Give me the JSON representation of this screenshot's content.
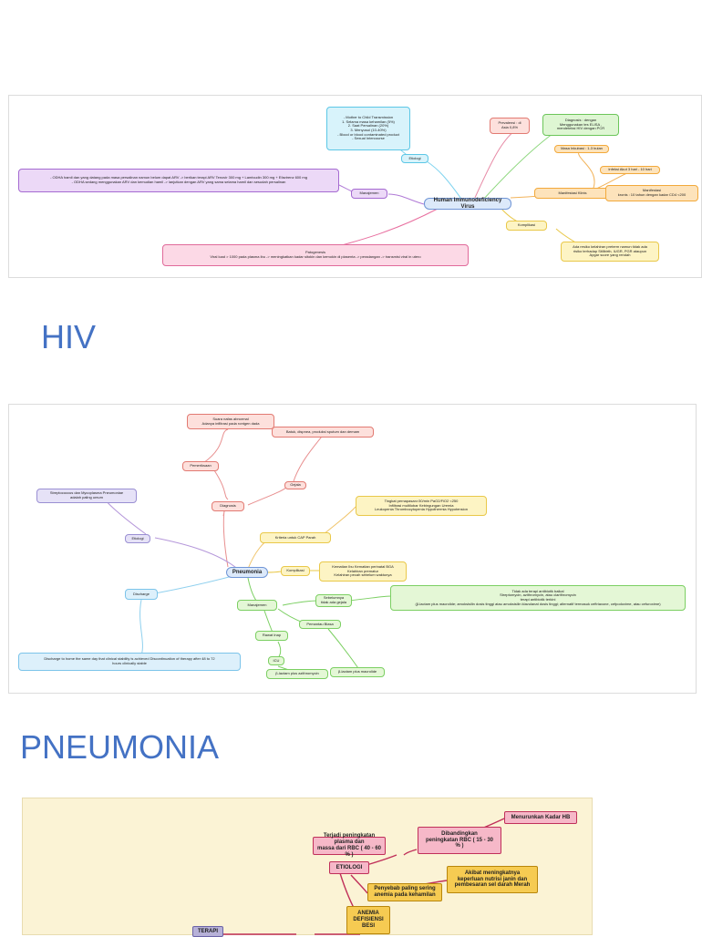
{
  "sections": {
    "hiv": {
      "heading": "HIV"
    },
    "pneumonia": {
      "heading": "PNEUMONIA"
    }
  },
  "hiv_map": {
    "center": "Human Immunodeficiency Virus",
    "etiologi": "Etiologi",
    "etiologi_detail": "- Mother to Child Transmission\n1. Selama masa kehamilan (5%)\n2. Saat Persalinan (20%)\n3. Menyusui (10-40%)\n- Blood or blood contaminated product\n- Sexual Intercourse",
    "prevalensi": "Prevalensi : di\nAsia 0,8%",
    "diagnosis": "Diagnosis : dengan\nMenggunakan tes ELISA ,\nmendeteksi HIV dengan PCR",
    "masa_inkubasi": "Masa Inkubasi : 1-3 bulan",
    "infeksi_akut": "Infeksi Akut 3 hari - 10 hari",
    "manifestasi_klinis": "Manifestasi Klinis",
    "manifestasi_kronis": "Manifestasi\nkronis : 10 tahun dengan kadar CD4 <200",
    "manajemen": "Manajemen",
    "manajemen_detail": "- ODHA hamil dan yang datang pada masa persalinan namun belum dapat ARV -> berikan terapi ARV Tenovir 300 mg + Lamivudin 300 mg + Efavirenz 600 mg\n- ODHA sedang menggunakan ARV dan kemudian hamil -> lanjutkan dengan ARV yang sama selama hamil dan sesudah persalinan",
    "komplikasi": "Komplikasi",
    "komplikasi_detail": "Ada resiko kelahiran preterm namun tidak ada\nrisiko terhadap Stillbirth, IUGR, PGR ataupun\nApgar score yang rendah",
    "patogenesis": "Patogenesis\nViral load > 1000 pada plasma ibu -> meningkatkan kadar sitokin dan kemokin di plasenta -> peradangan -> transmisi viral in utero"
  },
  "pneumonia_map": {
    "center": "Pneumonia",
    "suara": "Suara nafas abnormal\nAdanya infiltrasi pada rontgen dada",
    "pemeriksaan": "Pemeriksaan",
    "gejala_detail": "Batuk, dispnea, produksi sputum dan demam",
    "gejala": "Gejala",
    "diagnosis": "Diagnosis",
    "strep": "Streptococcus dan Mycoplasma Pneumoniae\nadalah paling umum",
    "etiologi": "Etiologi",
    "kriteria_detail": "Tingkat pernapasan>30/min PaO2/FiO2 <250\nInfiltrasi multilobar Kebingungan Uremia\nLeukopenia Thrombocytopenia Hypothermia Hypotension",
    "kriteria": "Kriteria untuk CAP Parah",
    "komplikasi": "Komplikasi",
    "komplikasi_detail": "Kematian Ibu Kematian perinatal BGA\nKelahiran prematur\nKelahiran pecah sebelum waktunya",
    "discharge": "Discharge",
    "discharge_detail": "Discharge to home the same day that clinical stability is achieved Discontinuation of therapy after 48 to 72\nhours clinically stable",
    "manajemen": "Manajemen",
    "sebelumnya": "Sebelumnya\ntidak ada gejala",
    "treatment_detail": "Tidak ada terapi antibiotik baikal\nStreptomycin, azithromycin, atau clarithromycin\nterapi antibiotik terkini\n(β-lactam plus macrolide; amoksisilin dosis tinggi atau amoksisilin klavulanat dosis tinggi; alternatif termasuk ceftriaxone, cefpodoxime, atau cefuroxime)",
    "pemantau": "Pemantau Biasa",
    "rawat_inap": "Rawat Inap",
    "icu": "ICU",
    "blactam_azithro": "β-lactam plus azithromycin",
    "blactam_macro": "β-lactam plus macrolide"
  },
  "anemia_map": {
    "menurunkan": "Menurunkan Kadar HB",
    "dibandingkan": "Dibandingkan\npeningkatan RBC ( 15 - 30\n% )",
    "terjadi": "Terjadi peningkatan plasma dan\nmassa dari RBC ( 40 - 60 % )",
    "etiologi": "ETIOLOGI",
    "akibat": "Akibat meningkatnya\nkeperluan nutrisi janin dan\npembesaran sel darah Merah",
    "penyebab": "Penyebab paling sering\nanemia pada kehamilan",
    "anemia": "ANEMIA\nDEFISIENSI\nBESI",
    "terapi": "TERAPI"
  },
  "colors": {
    "heading": "#4472c4",
    "hiv_link": "#9ec9e8",
    "pn_link": "#c9c9c9",
    "anemia_link": "#c0305a",
    "anemia_bg": "#fbf3d5"
  }
}
